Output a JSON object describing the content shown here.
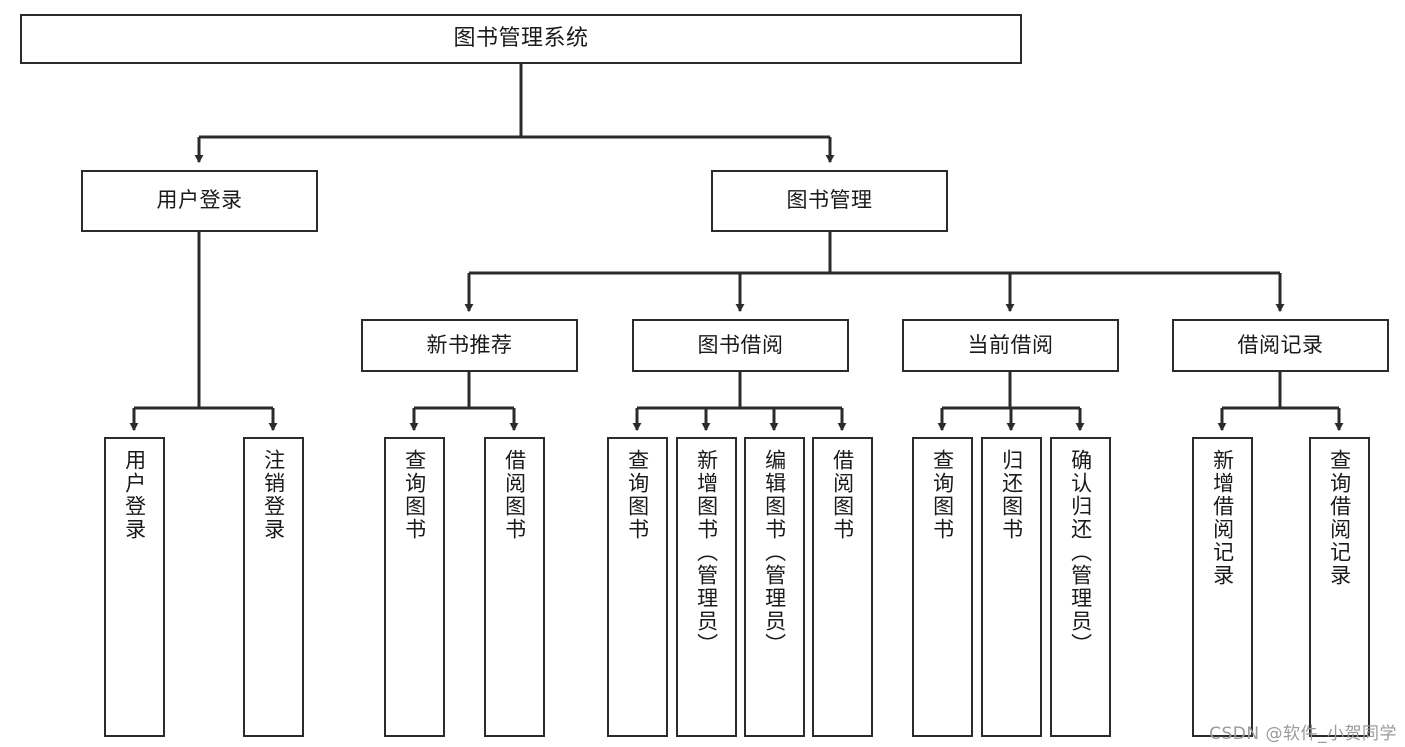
{
  "diagram": {
    "title": "图书管理系统",
    "type": "tree",
    "orientation": "top-down",
    "colors": {
      "box_border": "#2b2b2b",
      "box_fill": "#ffffff",
      "connector": "#2b2b2b",
      "text": "#1a1a1a",
      "watermark": "#9a9a9a"
    }
  },
  "watermark": "CSDN @软件_小贺同学",
  "nodes": {
    "root": {
      "label": "图书管理系统"
    },
    "level2": [
      {
        "id": "user-login",
        "label": "用户登录"
      },
      {
        "id": "book-manage",
        "label": "图书管理"
      }
    ],
    "level3": [
      {
        "id": "new-book-recommend",
        "label": "新书推荐"
      },
      {
        "id": "book-borrow",
        "label": "图书借阅"
      },
      {
        "id": "current-borrow",
        "label": "当前借阅"
      },
      {
        "id": "borrow-record",
        "label": "借阅记录"
      }
    ],
    "leaves": {
      "user-login": [
        {
          "id": "leaf-user-login",
          "label": "用户登录"
        },
        {
          "id": "leaf-user-logout",
          "label": "注销登录"
        }
      ],
      "new-book-recommend": [
        {
          "id": "leaf-query-book-1",
          "label": "查询图书"
        },
        {
          "id": "leaf-borrow-book-1",
          "label": "借阅图书"
        }
      ],
      "book-borrow": [
        {
          "id": "leaf-query-book-2",
          "label": "查询图书"
        },
        {
          "id": "leaf-add-book",
          "label": "新增图书（管理员）"
        },
        {
          "id": "leaf-edit-book",
          "label": "编辑图书（管理员）"
        },
        {
          "id": "leaf-borrow-book-2",
          "label": "借阅图书"
        }
      ],
      "current-borrow": [
        {
          "id": "leaf-query-book-3",
          "label": "查询图书"
        },
        {
          "id": "leaf-return-book",
          "label": "归还图书"
        },
        {
          "id": "leaf-confirm-return",
          "label": "确认归还（管理员）"
        }
      ],
      "borrow-record": [
        {
          "id": "leaf-add-record",
          "label": "新增借阅记录"
        },
        {
          "id": "leaf-query-record",
          "label": "查询借阅记录"
        }
      ]
    }
  }
}
